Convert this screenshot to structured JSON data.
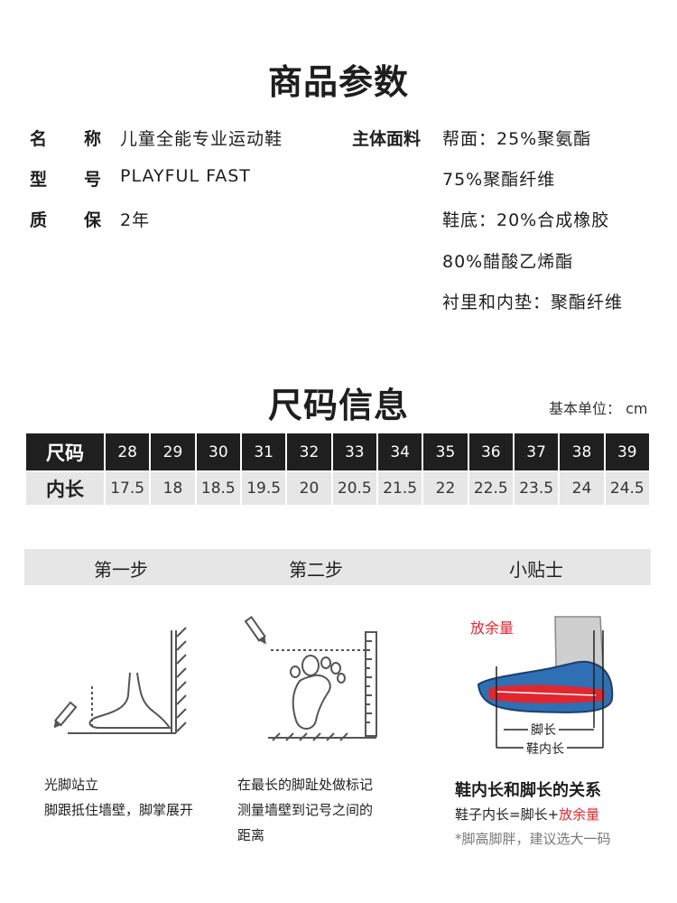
{
  "params": {
    "title": "商品参数",
    "left": [
      {
        "key_a": "名",
        "key_b": "称",
        "value": "儿童全能专业运动鞋"
      },
      {
        "key_a": "型",
        "key_b": "号",
        "value": "PLAYFUL FAST"
      },
      {
        "key_a": "质",
        "key_b": "保",
        "value": "2年"
      }
    ],
    "material_key": "主体面料",
    "material_lines": [
      "帮面：25%聚氨酯",
      "75%聚酯纤维",
      "鞋底：20%合成橡胶",
      "80%醋酸乙烯酯",
      "衬里和内垫：聚酯纤维"
    ]
  },
  "size": {
    "title": "尺码信息",
    "unit": "基本单位： cm",
    "row1_header": "尺码",
    "row2_header": "内长",
    "sizes": [
      "28",
      "29",
      "30",
      "31",
      "32",
      "33",
      "34",
      "35",
      "36",
      "37",
      "38",
      "39"
    ],
    "lengths": [
      "17.5",
      "18",
      "18.5",
      "19.5",
      "20",
      "20.5",
      "21.5",
      "22",
      "22.5",
      "23.5",
      "24",
      "24.5"
    ]
  },
  "steps": {
    "tabs": [
      "第一步",
      "第二步",
      "小贴士"
    ],
    "step1_lines": [
      "光脚站立",
      "脚跟抵住墙壁，脚掌展开"
    ],
    "step2_lines": [
      "在最长的脚趾处做标记",
      "测量墙壁到记号之间的",
      "距离"
    ],
    "tip_label_allowance": "放余量",
    "tip_label_foot": "脚长",
    "tip_label_inner": "鞋内长",
    "tip_title": "鞋内长和脚长的关系",
    "tip_formula_a": "鞋子内长=脚长+",
    "tip_formula_b": "放余量",
    "tip_note": "*脚高脚胖，建议选大一码"
  },
  "colors": {
    "dark": "#1f1f1f",
    "light_gray": "#e6e6e6",
    "accent_red": "#e0262f",
    "shoe_blue": "#2f6fb3"
  }
}
